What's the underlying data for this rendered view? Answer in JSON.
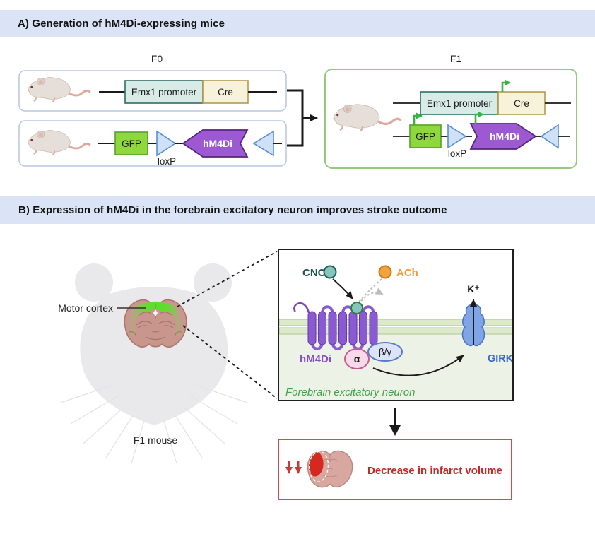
{
  "panel_a": {
    "title": "A) Generation of hM4Di-expressing mice",
    "f0_label": "F0",
    "f1_label": "F1",
    "labels": {
      "emx1": "Emx1 promoter",
      "cre": "Cre",
      "gfp": "GFP",
      "loxp": "loxP",
      "hm4di": "hM4Di"
    }
  },
  "panel_b": {
    "title": "B) Expression of hM4Di in the forebrain excitatory neuron improves stroke outcome",
    "motor_cortex": "Motor cortex",
    "f1_mouse": "F1 mouse",
    "cell": {
      "cno": "CNO",
      "ach": "ACh",
      "receptor": "hM4Di",
      "alpha": "α",
      "beta_gamma": "β/γ",
      "girk": "GIRK",
      "potassium": "K⁺",
      "neuron": "Forebrain excitatory neuron"
    },
    "outcome_text": "Decrease in infarct volume"
  },
  "colors": {
    "header_bg": "#dae4f6",
    "f0_box_border": "#b6c6e3",
    "f1_box_border": "#95c97e",
    "emx1_fill": "#d8ebe7",
    "emx1_border": "#2c6e62",
    "cre_fill": "#f7f3da",
    "cre_border": "#b19a4f",
    "gfp_fill": "#8ed73d",
    "gfp_border": "#56a226",
    "loxp_fill": "#cfe1f6",
    "loxp_border": "#568fd2",
    "hm4di_fill": "#9c59d1",
    "hm4di_border": "#53267d",
    "transcription_arrow": "#3cb043",
    "cno_teal": "#1c544e",
    "ach_orange": "#f29a38",
    "receptor_purple": "#8a5ad2",
    "girk_blue": "#7fa5e6",
    "girk_label": "#3c66cc",
    "neuron_green": "#43a048",
    "outcome_red": "#cb3a38",
    "infarct_red": "#d3291e",
    "brain_pink": "#c8968d",
    "cortex_green": "#57e228"
  }
}
